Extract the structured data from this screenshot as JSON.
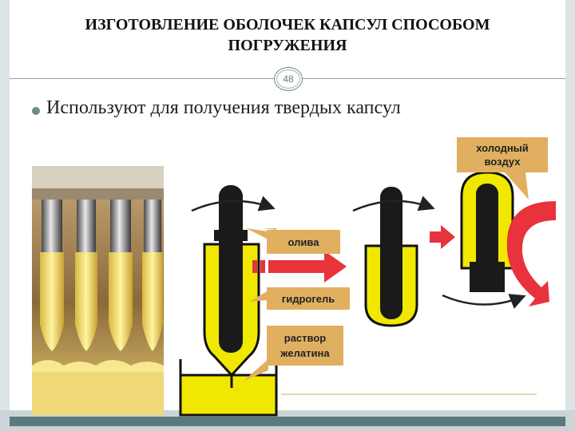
{
  "slide": {
    "title_line1": "ИЗГОТОВЛЕНИЕ ОБОЛОЧЕК КАПСУЛ СПОСОБОМ",
    "title_line2": "ПОГРУЖЕНИЯ",
    "page_number": "48",
    "bullet_text": "Используют для получения твердых капсул"
  },
  "diagram": {
    "labels": {
      "olive": "олива",
      "hydrogel": "гидрогель",
      "gelatin_solution_line1": "раствор",
      "gelatin_solution_line2": "желатина",
      "cold_air_line1": "холодный",
      "cold_air_line2": "воздух"
    },
    "colors": {
      "gelatin_yellow": "#f0e800",
      "label_tan": "#e0b060",
      "arrow_red": "#e8323c",
      "rod_black": "#1a1a1a",
      "frame_teal": "#5c7a7e"
    }
  }
}
